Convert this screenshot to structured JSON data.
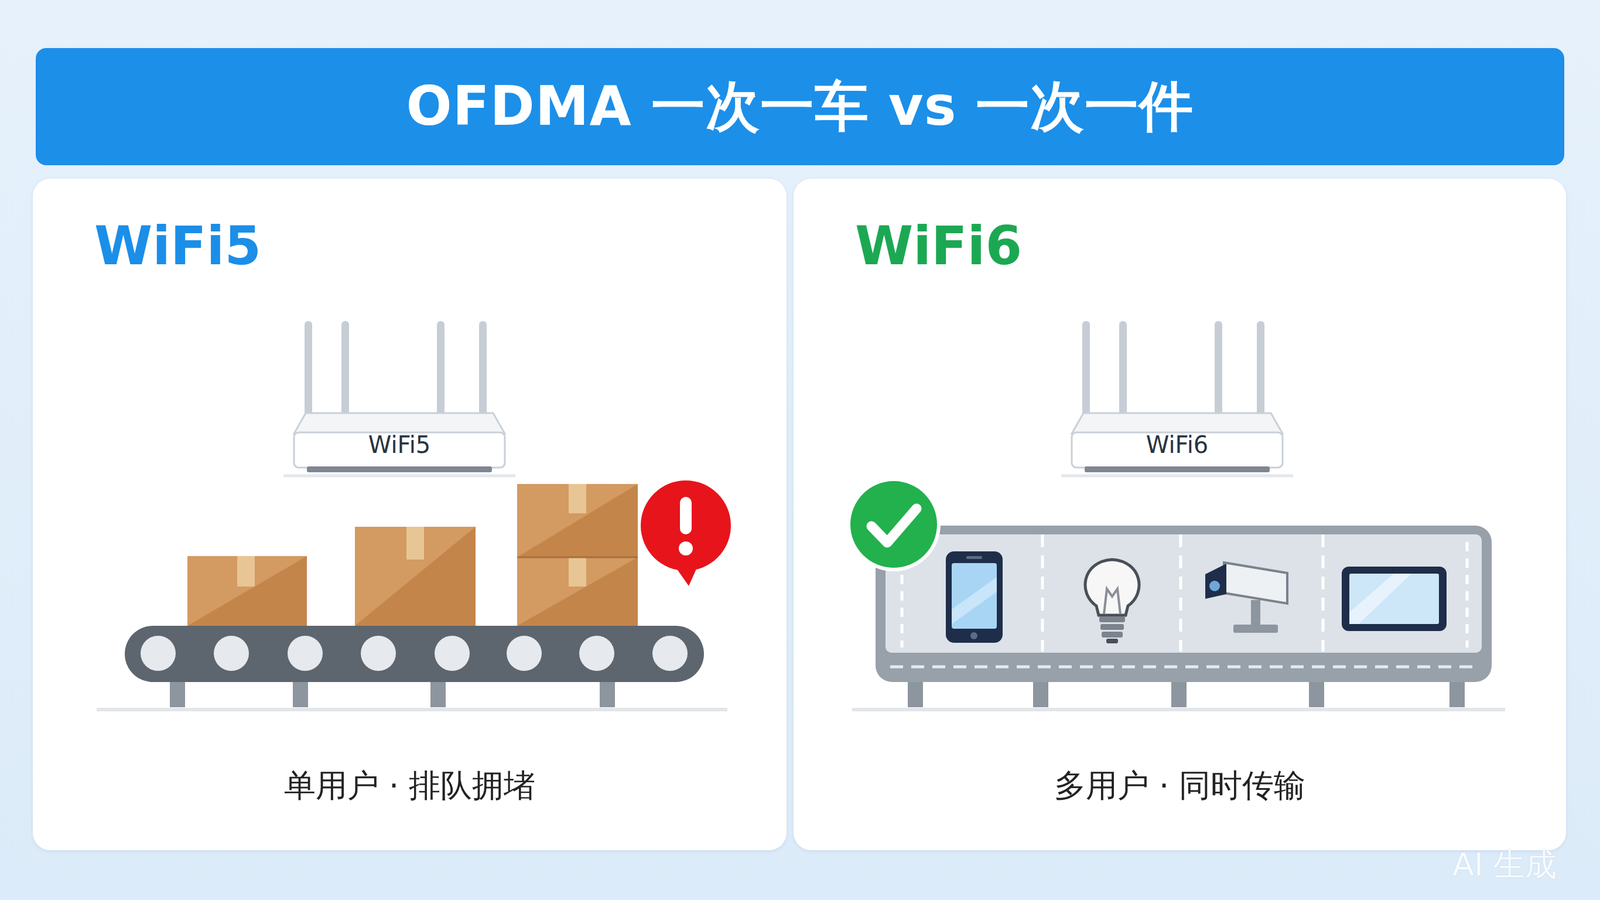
{
  "diagram": {
    "title": "OFDMA 一次一车 vs 一次一件",
    "nodes": [
      {
        "text": [
          "WiFi5",
          "单用户 · 排队拥堵"
        ]
      },
      {
        "text": [
          "WiFi5"
        ],
        "in": 0
      },
      {
        "text": [
          "WiFi6",
          "多用户 · 同时传输"
        ]
      },
      {
        "text": [
          "WiFi6"
        ],
        "in": 2
      }
    ],
    "labels": [
      "AI 生成"
    ]
  }
}
